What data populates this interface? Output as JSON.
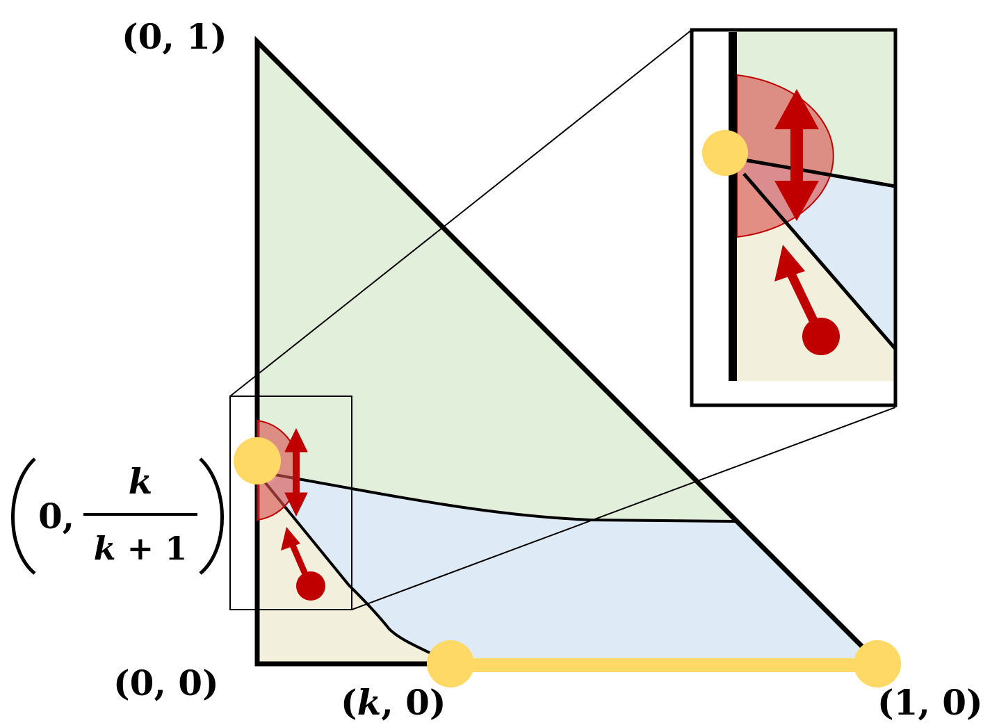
{
  "labels": {
    "top": "(0, 1)",
    "origin": "(0, 0)",
    "k_point": {
      "open": "(",
      "var": "k",
      "rest": ", 0)"
    },
    "one_point": "(1, 0)",
    "left_point": {
      "zero": "0,",
      "numerator": "k",
      "denominator": "k + 1"
    }
  },
  "colors": {
    "region_green": "#e2efda",
    "region_blue": "#deebf7",
    "region_yellow": "#f2f0dc",
    "outline": "#000000",
    "highlight_yellow": "#ffd966",
    "red": "#c00000",
    "red_disk_fill": "#d9534f"
  }
}
